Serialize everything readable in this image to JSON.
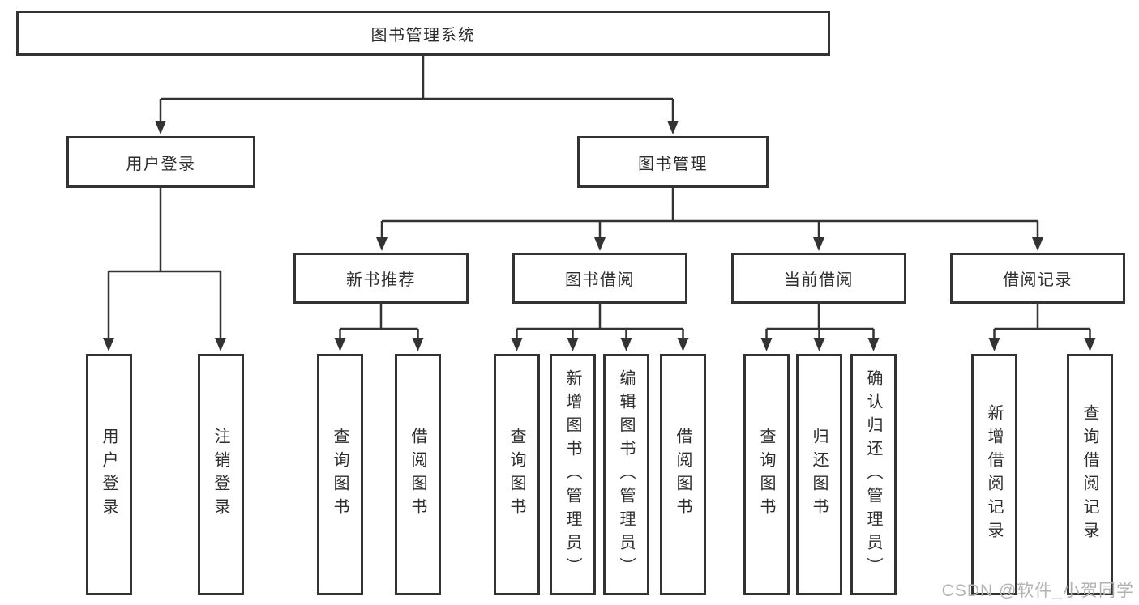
{
  "tree": {
    "root": "图书管理系统",
    "branches": [
      {
        "label": "用户登录",
        "children": [
          "用户登录",
          "注销登录"
        ]
      },
      {
        "label": "图书管理",
        "children": [
          {
            "label": "新书推荐",
            "children": [
              "查询图书",
              "借阅图书"
            ]
          },
          {
            "label": "图书借阅",
            "children": [
              "查询图书",
              "新增图书（管理员）",
              "编辑图书（管理员）",
              "借阅图书"
            ]
          },
          {
            "label": "当前借阅",
            "children": [
              "查询图书",
              "归还图书",
              "确认归还（管理员）"
            ]
          },
          {
            "label": "借阅记录",
            "children": [
              "新增借阅记录",
              "查询借阅记录"
            ]
          }
        ]
      }
    ]
  },
  "watermark": "CSDN @软件_小贺同学",
  "colors": {
    "line": "#333333",
    "text": "#2e2e2e",
    "watermark": "#b3b3b3",
    "background": "#ffffff"
  }
}
